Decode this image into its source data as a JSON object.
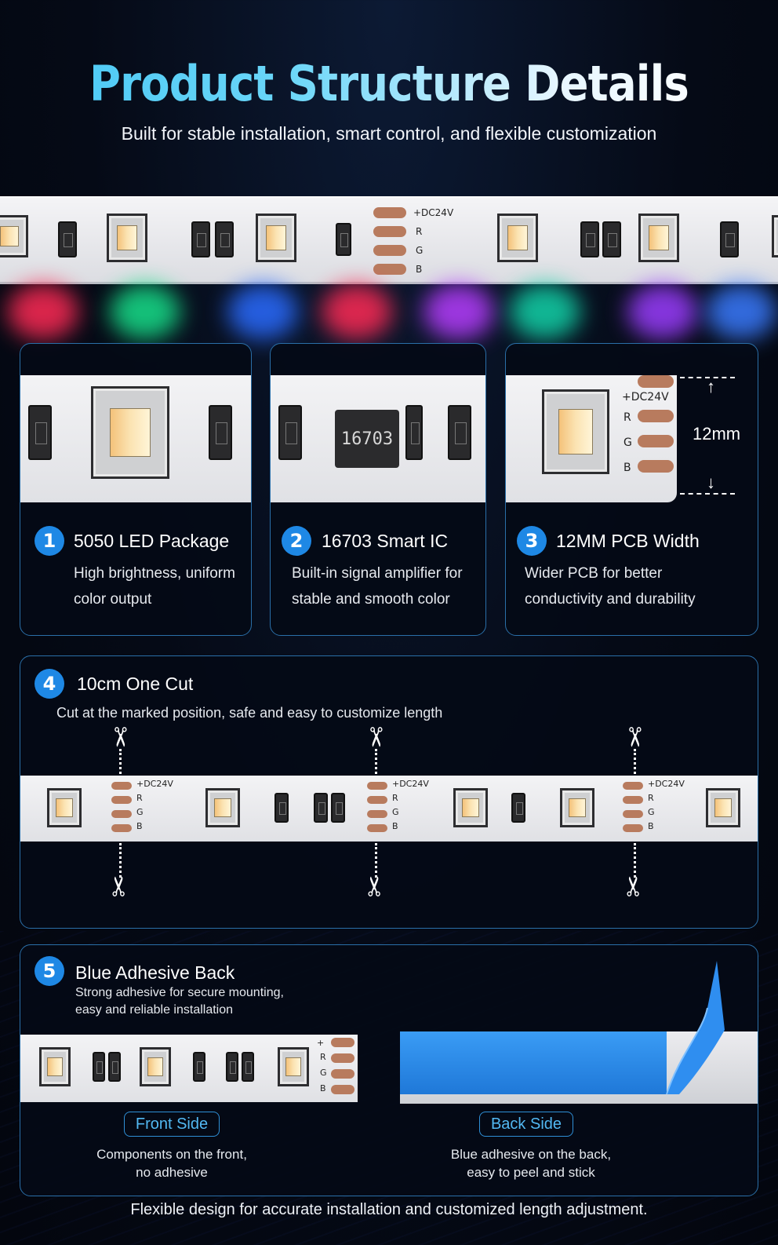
{
  "title": "Product Structure Details",
  "subtitle": "Built for stable installation, smart control, and flexible customization",
  "strip_pads": {
    "dc": "+DC24V",
    "r": "R",
    "g": "G",
    "b": "B"
  },
  "strip_pads_small": {
    "plus": "+",
    "r": "R",
    "g": "G",
    "b": "B"
  },
  "glow_colors": [
    "#ff2a55",
    "#17e08a",
    "#2a6bff",
    "#ff2a55",
    "#b63dff",
    "#12d3a8",
    "#9b3dff",
    "#3a7bff"
  ],
  "features": [
    {
      "num": "1",
      "title": "5050 LED Package",
      "desc_line1": "High brightness, uniform",
      "desc_line2": "color output"
    },
    {
      "num": "2",
      "title": "16703 Smart IC",
      "desc_line1": "Built-in signal amplifier for",
      "desc_line2": "stable and smooth color",
      "ic_label": "16703"
    },
    {
      "num": "3",
      "title": "12MM PCB Width",
      "desc_line1": "Wider PCB for better",
      "desc_line2": "conductivity and durability",
      "dimension": "12mm"
    }
  ],
  "cut": {
    "num": "4",
    "title": "10cm One Cut",
    "desc": "Cut at the marked position, safe and easy to customize length"
  },
  "adhesive": {
    "num": "5",
    "title": "Blue Adhesive Back",
    "desc_line1": "Strong adhesive for secure mounting,",
    "desc_line2": "easy and reliable installation",
    "front_label": "Front Side",
    "front_caption_line1": "Components on the front,",
    "front_caption_line2": "no adhesive",
    "back_label": "Back Side",
    "back_caption_line1": "Blue adhesive on the back,",
    "back_caption_line2": "easy to peel and stick",
    "adhesive_color": "#2f8ef0"
  },
  "footer": "Flexible design for accurate installation and customized length adjustment.",
  "colors": {
    "accent": "#1e88e5",
    "border": "#2a6fa8",
    "copper": "#b87b5e"
  }
}
